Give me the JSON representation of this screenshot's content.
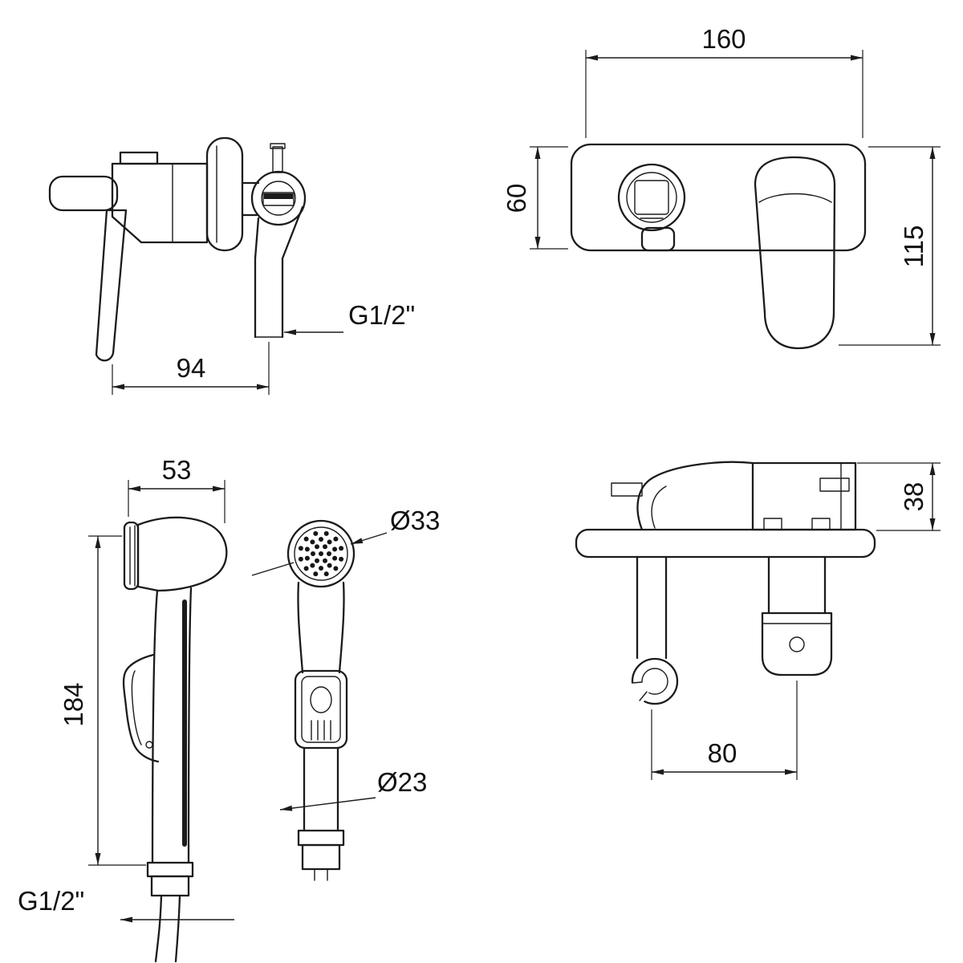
{
  "drawing": {
    "mixer_side": {
      "width": "94",
      "outlet_thread": "G1/2\""
    },
    "mixer_front": {
      "plate_width": "160",
      "plate_height": "60",
      "overall_height": "115"
    },
    "sprayer_side": {
      "head_width": "53",
      "length": "184",
      "hose_thread": "G1/2\""
    },
    "sprayer_front": {
      "head_diameter": "Ø33",
      "body_diameter": "Ø23"
    },
    "wall_unit": {
      "depth": "38",
      "spacing": "80"
    }
  },
  "colors": {
    "line": "#1b1b1b",
    "background": "#ffffff"
  }
}
